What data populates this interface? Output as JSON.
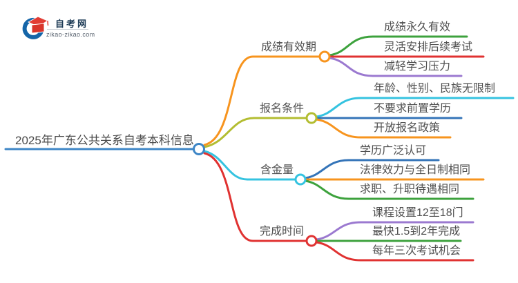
{
  "logo": {
    "title": "自考网",
    "domain": "zikao-zikao.com",
    "icon": "graduation-cap-icon",
    "arc_color": "#1565a8",
    "cap_color": "#e23c34"
  },
  "root": {
    "label": "2025年广东公共关系自考本科信息",
    "color": "#3e86c6"
  },
  "text_color": "#4f4f4f",
  "branches": [
    {
      "label": "成绩有效期",
      "color": "#f7941e",
      "children": [
        {
          "label": "成绩永久有效",
          "color": "#3da23d"
        },
        {
          "label": "灵活安排后续考试",
          "color": "#e03231"
        },
        {
          "label": "减轻学习压力",
          "color": "#9b79d0"
        }
      ]
    },
    {
      "label": "报名条件",
      "color": "#b3bd31",
      "children": [
        {
          "label": "年龄、性别、民族无限制",
          "color": "#35c3e0"
        },
        {
          "label": "不要求前置学历",
          "color": "#3474b8"
        },
        {
          "label": "开放报名政策",
          "color": "#f7941e"
        }
      ]
    },
    {
      "label": "含金量",
      "color": "#35c3e0",
      "children": [
        {
          "label": "学历广泛认可",
          "color": "#3474b8"
        },
        {
          "label": "法律效力与全日制相同",
          "color": "#f7941e"
        },
        {
          "label": "求职、升职待遇相同",
          "color": "#3da23d"
        }
      ]
    },
    {
      "label": "完成时间",
      "color": "#e03231",
      "children": [
        {
          "label": "课程设置12至18门",
          "color": "#9b79d0"
        },
        {
          "label": "最快1.5到2年完成",
          "color": "#3da23d"
        },
        {
          "label": "每年三次考试机会",
          "color": "#e03231"
        }
      ]
    }
  ]
}
